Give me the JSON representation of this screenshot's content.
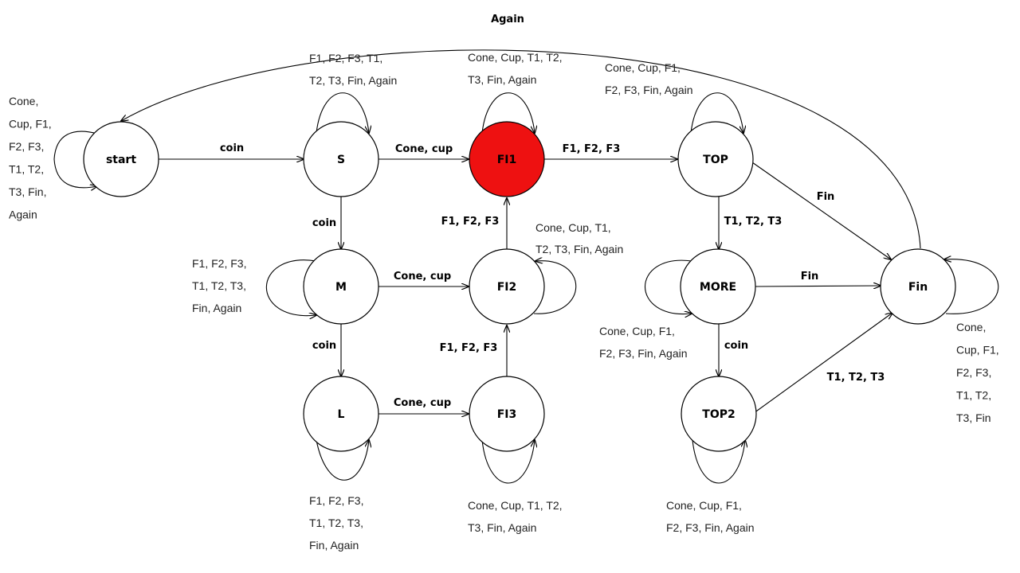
{
  "diagram": {
    "active_color": "#ee1111",
    "states": {
      "start": "start",
      "S": "S",
      "M": "M",
      "L": "L",
      "FI1": "FI1",
      "FI2": "FI2",
      "FI3": "FI3",
      "TOP": "TOP",
      "MORE": "MORE",
      "TOP2": "TOP2",
      "Fin": "Fin"
    },
    "active_state": "FI1",
    "transitions": {
      "start_S": "coin",
      "S_M": "coin",
      "M_L": "coin",
      "S_FI1": "Cone, cup",
      "M_FI2": "Cone, cup",
      "L_FI3": "Cone, cup",
      "FI2_FI1": "F1, F2, F3",
      "FI3_FI2": "F1, F2, F3",
      "FI1_TOP": "F1, F2, F3",
      "TOP_MORE": "T1, T2, T3",
      "TOP_Fin": "Fin",
      "MORE_Fin": "Fin",
      "MORE_TOP2": "coin",
      "TOP2_Fin": "T1, T2, T3",
      "Fin_start": "Again"
    },
    "self_loops": {
      "start": [
        "Cone,",
        "Cup, F1,",
        "F2, F3,",
        "T1, T2,",
        "T3, Fin,",
        "Again"
      ],
      "S": [
        "F1, F2, F3, T1,",
        "T2, T3, Fin, Again"
      ],
      "M": [
        "F1, F2, F3,",
        "T1, T2, T3,",
        "Fin, Again"
      ],
      "L": [
        "F1, F2, F3,",
        "T1, T2, T3,",
        "Fin, Again"
      ],
      "FI1": [
        "Cone, Cup, T1, T2,",
        "T3, Fin, Again"
      ],
      "FI2": [
        "Cone, Cup, T1,",
        "T2, T3, Fin, Again"
      ],
      "FI3": [
        "Cone, Cup, T1, T2,",
        "T3, Fin, Again"
      ],
      "TOP": [
        "Cone, Cup, F1,",
        "F2, F3, Fin, Again"
      ],
      "MORE": [
        "Cone, Cup, F1,",
        "F2, F3, Fin, Again"
      ],
      "TOP2": [
        "Cone, Cup, F1,",
        "F2, F3, Fin, Again"
      ],
      "Fin": [
        "Cone,",
        "Cup, F1,",
        "F2, F3,",
        "T1, T2,",
        "T3, Fin"
      ]
    }
  }
}
